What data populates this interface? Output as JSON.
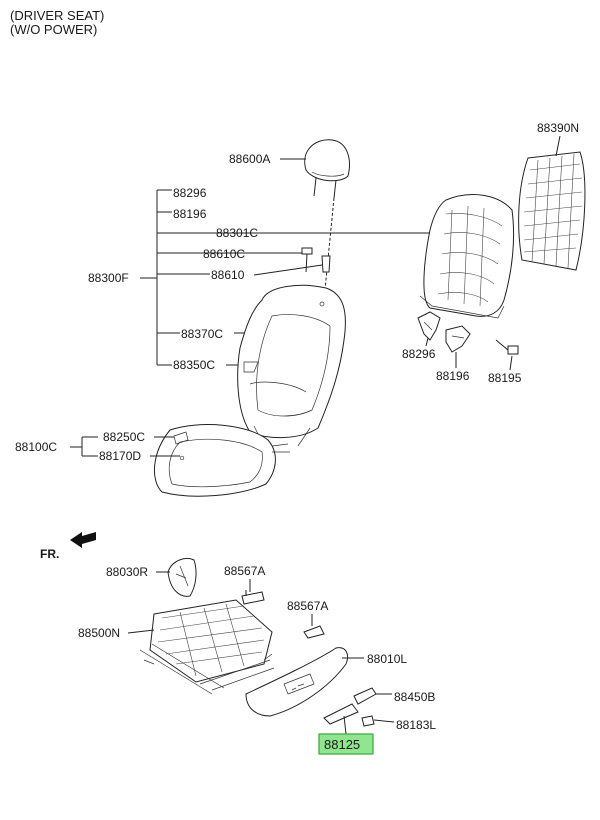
{
  "header": {
    "line1": "(DRIVER SEAT)",
    "line2": "(W/O POWER)"
  },
  "front_marker": "FR.",
  "highlight_color": "#8fe68f",
  "labels": {
    "p88600A": "88600A",
    "p88296_top": "88296",
    "p88196_top": "88196",
    "p88301C": "88301C",
    "p88610C": "88610C",
    "p88300F": "88300F",
    "p88610": "88610",
    "p88370C": "88370C",
    "p88350C": "88350C",
    "p88250C": "88250C",
    "p88100C": "88100C",
    "p88170D": "88170D",
    "p88390N": "88390N",
    "p88296_right": "88296",
    "p88196_right": "88196",
    "p88195": "88195",
    "p88030R": "88030R",
    "p88567A_1": "88567A",
    "p88567A_2": "88567A",
    "p88500N": "88500N",
    "p88010L": "88010L",
    "p88450B": "88450B",
    "p88183L": "88183L",
    "p88125": "88125"
  }
}
